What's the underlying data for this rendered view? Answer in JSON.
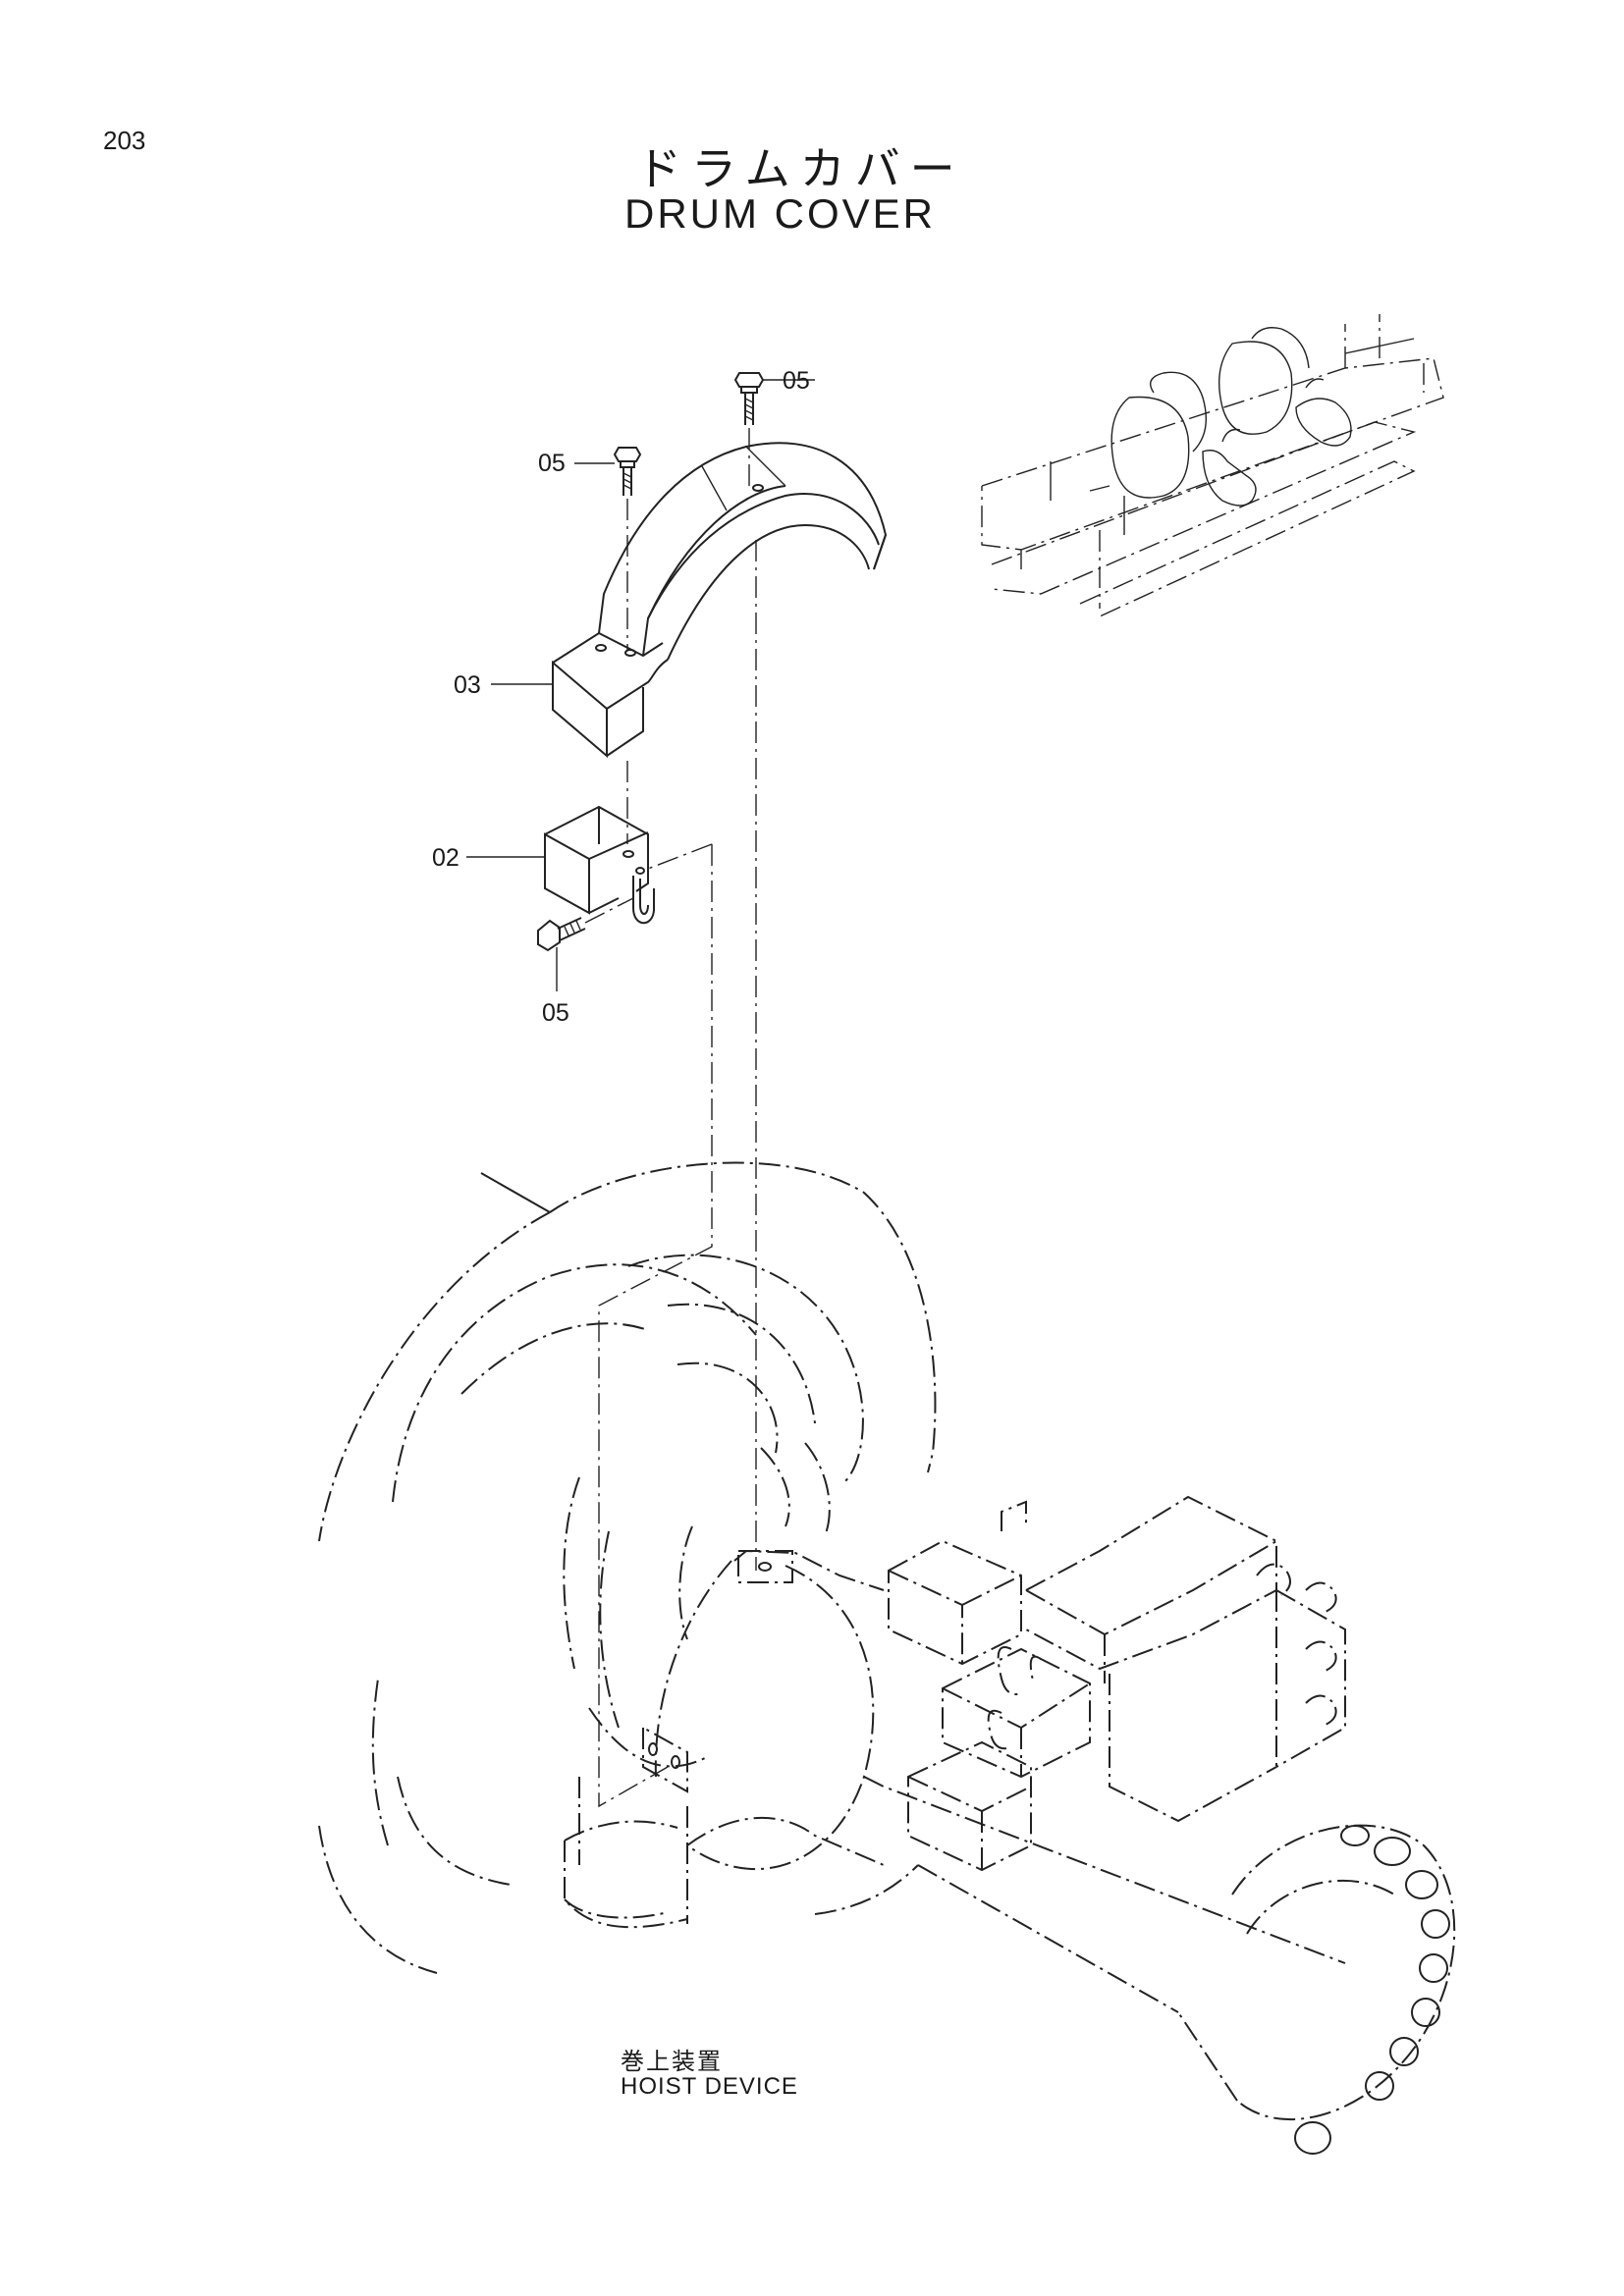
{
  "page": {
    "number": "203"
  },
  "title": {
    "japanese": "ドラムカバー",
    "english": "DRUM COVER"
  },
  "callouts": {
    "bolt_top_right": "05",
    "bolt_top_left": "05",
    "cover": "03",
    "bracket": "02",
    "bolt_bracket": "05"
  },
  "assembly_label": {
    "japanese": "巻上装置",
    "english": "HOIST DEVICE"
  }
}
